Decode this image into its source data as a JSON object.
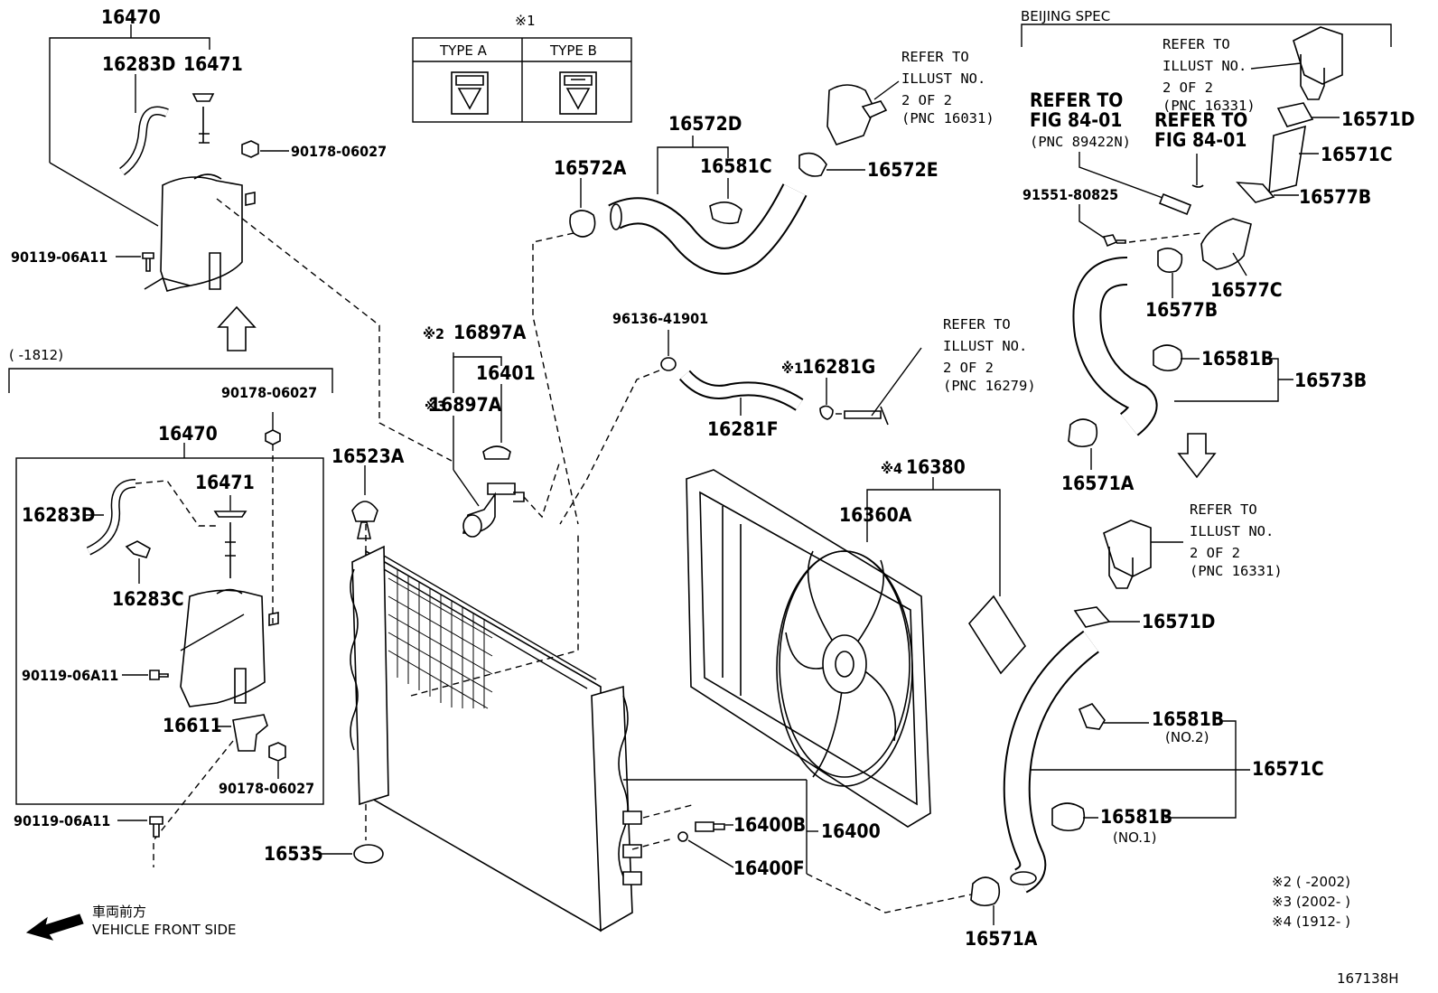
{
  "diagram_code": "167138H",
  "type_box": {
    "mark": "※1",
    "type_a": "TYPE A",
    "type_b": "TYPE B"
  },
  "reservoir_top": {
    "p16470": "16470",
    "p16283D": "16283D",
    "p16471": "16471",
    "p90178": "90178-06027",
    "p90119": "90119-06A11"
  },
  "reservoir_box": {
    "range": "(      -1812)",
    "p90178_top": "90178-06027",
    "p16470": "16470",
    "p16471": "16471",
    "p16283D": "16283D",
    "p16283C": "16283C",
    "p90119_in": "90119-06A11",
    "p16611": "16611",
    "p90178_bot": "90178-06027"
  },
  "p90119_out": "90119-06A11",
  "radiator": {
    "p16523A": "16523A",
    "p16535": "16535",
    "p16400B": "16400B",
    "p16400": "16400",
    "p16400F": "16400F"
  },
  "cap": {
    "m2": "※2",
    "p16897A_1": "16897A",
    "p16401": "16401",
    "m3": "※3",
    "p16897A_2": "16897A"
  },
  "upper_hose": {
    "p16572A": "16572A",
    "p16572D": "16572D",
    "p16581C": "16581C",
    "p16572E": "16572E",
    "refer_1": "REFER TO",
    "refer_2": "ILLUST NO.",
    "refer_3": "2 OF 2",
    "refer_4": "(PNC 16031)"
  },
  "bypass_hose": {
    "p96136": "96136-41901",
    "m1": "※1",
    "p16281G": "16281G",
    "p16281F": "16281F",
    "refer_1": "REFER TO",
    "refer_2": "ILLUST NO.",
    "refer_3": "2 OF 2",
    "refer_4": "(PNC 16279)"
  },
  "fan": {
    "m4": "※4",
    "p16380": "16380",
    "p16360A": "16360A"
  },
  "beijing": {
    "title": "BEIJING SPEC",
    "refer_a1": "REFER TO",
    "refer_a2": "ILLUST NO.",
    "refer_a3": "2 OF 2",
    "refer_a4": "(PNC 16331)",
    "refer_b1": "REFER TO",
    "refer_b2": "FIG 84-01",
    "refer_b3": "(PNC 89422N)",
    "refer_c1": "REFER TO",
    "refer_c2": "FIG 84-01",
    "p16571D": "16571D",
    "p16571C": "16571C",
    "p16577B_1": "16577B",
    "p91551": "91551-80825",
    "p16577B_2": "16577B",
    "p16577C": "16577C",
    "p16581B": "16581B",
    "p16573B": "16573B",
    "p16571A": "16571A"
  },
  "lower_hose": {
    "refer_1": "REFER TO",
    "refer_2": "ILLUST NO.",
    "refer_3": "2 OF 2",
    "refer_4": "(PNC 16331)",
    "p16571D": "16571D",
    "p16581B_1": "16581B",
    "no2": "(NO.2)",
    "p16571C": "16571C",
    "p16581B_2": "16581B",
    "no1": "(NO.1)",
    "p16571A": "16571A"
  },
  "footnotes": {
    "n2": "※2 (       -2002)",
    "n3": "※3 (2002-       )",
    "n4": "※4 (1912-       )"
  },
  "front": {
    "jp": "車両前方",
    "en": "VEHICLE FRONT SIDE"
  }
}
